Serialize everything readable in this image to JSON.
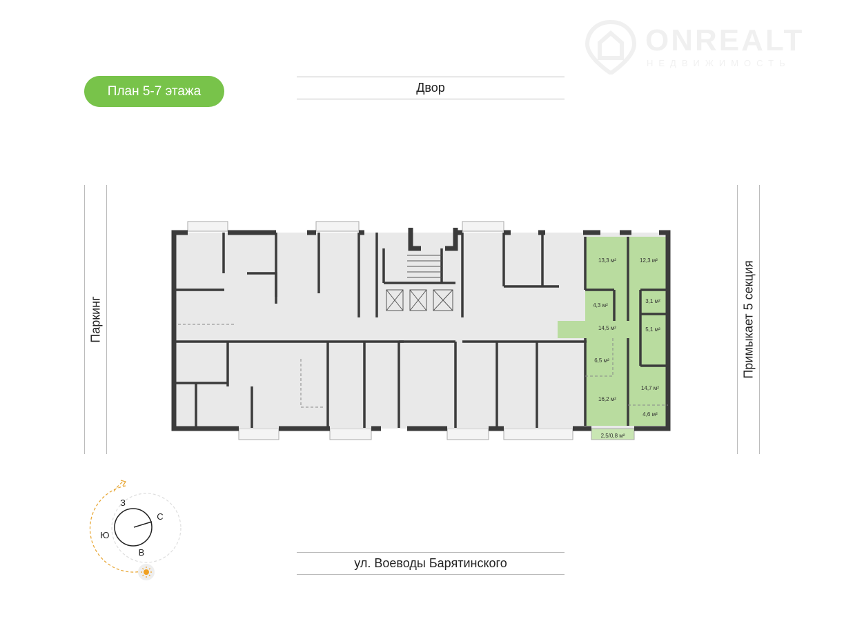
{
  "plan_label": "План 5-7 этажа",
  "streets": {
    "top": "Двор",
    "bottom": "ул. Воеводы Барятинского",
    "left": "Паркинг",
    "right": "Примыкает 5 секция"
  },
  "logo": {
    "brand": "ONREALT",
    "subtitle": "НЕДВИЖИМОСТЬ"
  },
  "compass": {
    "north": "С",
    "south": "Ю",
    "east": "В",
    "west": "З"
  },
  "highlighted_apartment": {
    "color": "#b9dc9f",
    "rooms": [
      "13,3 м²",
      "12,3 м²",
      "4,3 м²",
      "3,1 м²",
      "14,5 м²",
      "5,1 м²",
      "6,5 м²",
      "14,7 м²",
      "16,2 м²",
      "4,6 м²",
      "2,5/0,8 м²"
    ]
  },
  "colors": {
    "accent": "#78c34a",
    "wall": "#3b3b3b",
    "floor": "#e9e9e9",
    "sun": "#f0a020"
  }
}
